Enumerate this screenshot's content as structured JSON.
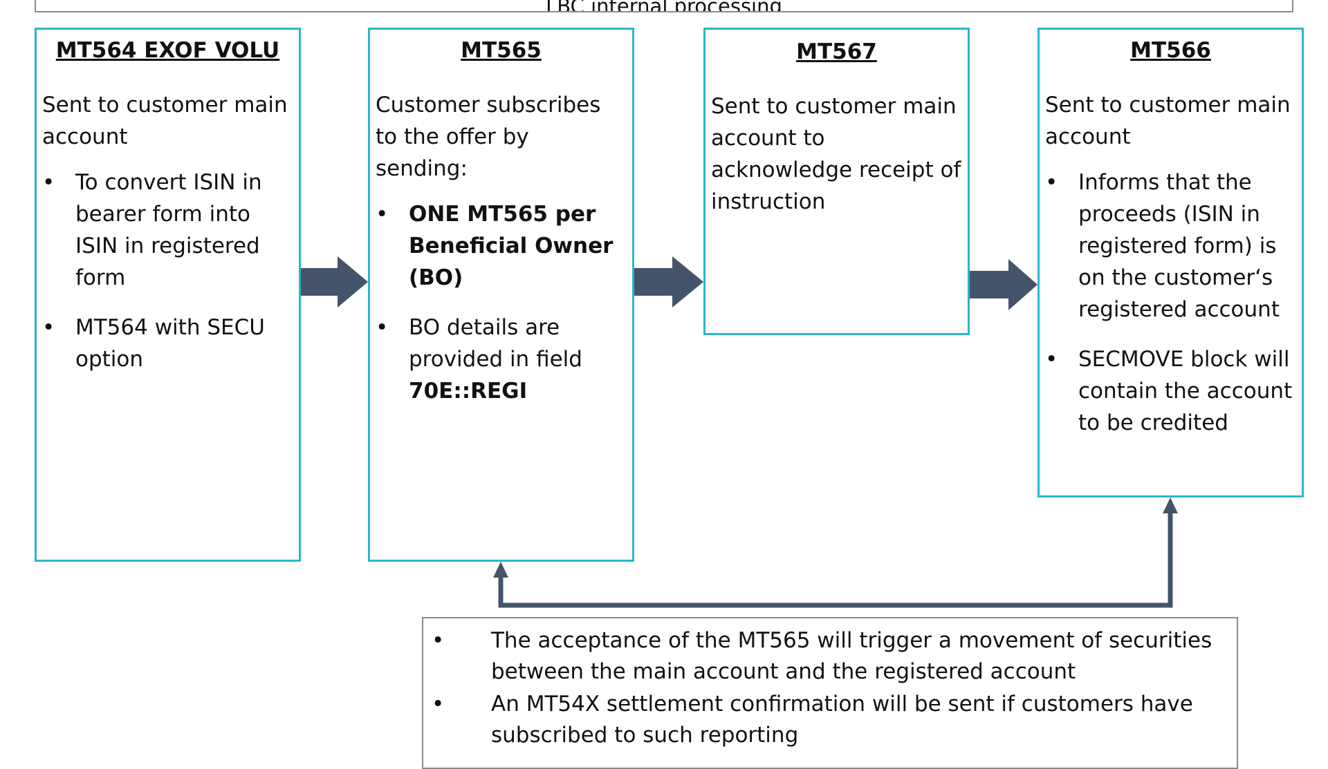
{
  "banner": {
    "text": "LBC internal processing"
  },
  "boxes": [
    {
      "title": "MT564  EXOF VOLU",
      "intro": "Sent to customer main account",
      "bullets": [
        [
          {
            "text": "To convert ISIN in bearer form into ISIN in registered form",
            "bold": false
          }
        ],
        [
          {
            "text": "MT564  with SECU option",
            "bold": false
          }
        ]
      ]
    },
    {
      "title": "MT565",
      "intro": "Customer subscribes to the offer by sending:",
      "bullets": [
        [
          {
            "text": "ONE MT565  per Beneficial Owner (BO)",
            "bold": true
          }
        ],
        [
          {
            "text": "BO details are provided in field ",
            "bold": false
          },
          {
            "text": "70E::REGI",
            "bold": true
          }
        ]
      ]
    },
    {
      "title": "MT567",
      "intro": "Sent to customer main account to acknowledge receipt of instruction",
      "bullets": []
    },
    {
      "title": "MT566",
      "intro": "Sent to customer main account",
      "bullets": [
        [
          {
            "text": "Informs that the proceeds (ISIN in registered form) is on the customer‘s registered account",
            "bold": false
          }
        ],
        [
          {
            "text": "SECMOVE block will contain the account to be credited",
            "bold": false
          }
        ]
      ]
    }
  ],
  "note": {
    "bullets": [
      "The acceptance of the MT565  will trigger a movement of securities between the main account and the registered account",
      "An MT54X  settlement confirmation will be sent if customers have subscribed to such reporting"
    ]
  },
  "colors": {
    "box_border": "#2bb6c8",
    "arrow_fill": "#44546a",
    "note_border": "#8a8a8a",
    "text": "#111111"
  }
}
